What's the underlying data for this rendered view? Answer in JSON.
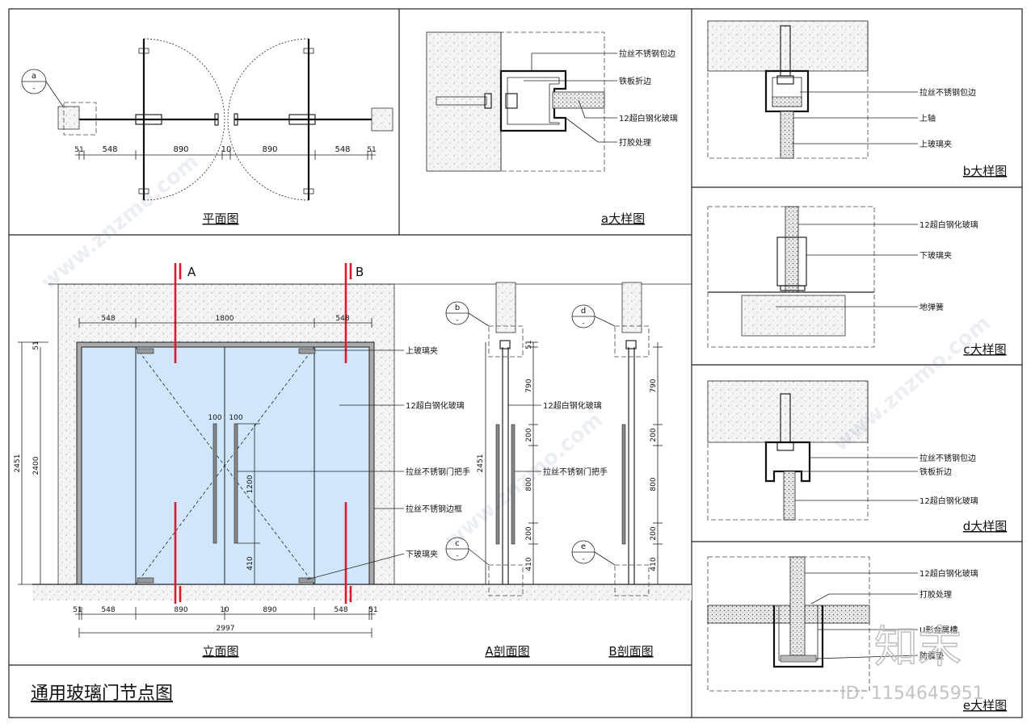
{
  "sheet": {
    "main_title": "通用玻璃门节点图"
  },
  "panels": {
    "plan": {
      "title": "平面图",
      "marker": "a",
      "dims": [
        "51",
        "548",
        "890",
        "10",
        "890",
        "548",
        "51"
      ]
    },
    "detail_a": {
      "title": "a大样图",
      "labels": [
        "拉丝不锈钢包边",
        "铁板折边",
        "12超白钢化玻璃",
        "打胶处理"
      ]
    },
    "detail_b": {
      "title": "b大样图",
      "labels": [
        "拉丝不锈钢包边",
        "上轴",
        "上玻璃夹"
      ]
    },
    "detail_c": {
      "title": "c大样图",
      "labels": [
        "12超白钢化玻璃",
        "下玻璃夹",
        "地弹簧"
      ]
    },
    "detail_d": {
      "title": "d大样图",
      "labels": [
        "拉丝不锈钢包边",
        "铁板折边",
        "12超白钢化玻璃"
      ]
    },
    "detail_e": {
      "title": "e大样图",
      "labels": [
        "12超白钢化玻璃",
        "打胶处理",
        "U形金属槽",
        "防震垫"
      ]
    },
    "elevation": {
      "title": "立面图",
      "section_a": "A",
      "section_b": "B",
      "top_dims": [
        "548",
        "1800",
        "548"
      ],
      "bottom_dims": [
        "51",
        "548",
        "890",
        "10",
        "890",
        "548",
        "51"
      ],
      "total": "2997",
      "height_total": "2451",
      "height_door": "2400",
      "height_top": "51",
      "handle_w1": "100",
      "handle_w2": "100",
      "handle_h": "1200",
      "handle_bottom": "410",
      "labels": [
        "上玻璃夹",
        "12超白钢化玻璃",
        "拉丝不锈钢门把手",
        "拉丝不锈钢边框",
        "下玻璃夹"
      ]
    },
    "section_a": {
      "title": "A剖面图",
      "marker_top": "b",
      "marker_bottom": "c",
      "height": "2451",
      "dims": [
        "51",
        "790",
        "200",
        "800",
        "200",
        "410"
      ]
    },
    "section_b": {
      "title": "B剖面图",
      "marker_top": "d",
      "marker_bottom": "e",
      "dims": [
        "790",
        "200",
        "800",
        "200",
        "410"
      ]
    }
  },
  "watermark": {
    "brand": "知末",
    "id_text": "ID: 1154645951",
    "site": "www.znzmo.com"
  },
  "colors": {
    "glass": "#cfe6fb",
    "section_line": "#e0182d",
    "line": "#222222"
  }
}
